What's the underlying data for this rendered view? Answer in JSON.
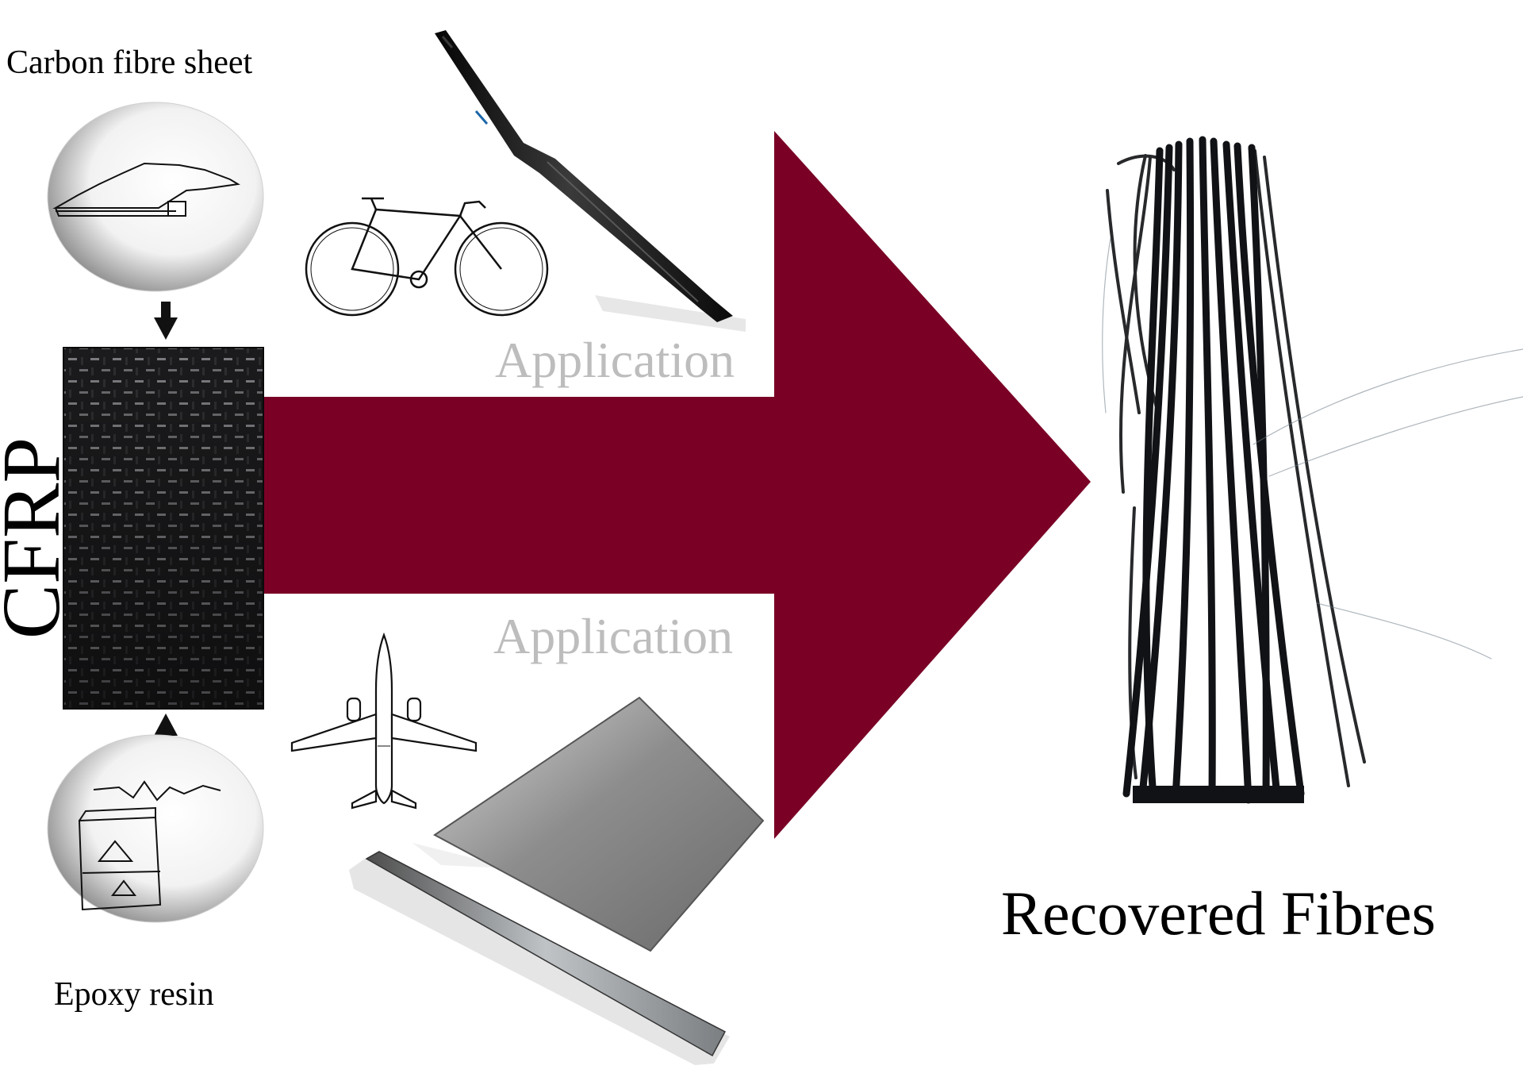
{
  "labels": {
    "carbon_fibre_sheet": "Carbon fibre sheet",
    "cfrp": "CFRP",
    "epoxy_resin": "Epoxy resin",
    "application_top": "Application",
    "application_bottom": "Application",
    "recovered_fibres": "Recovered Fibres"
  },
  "colors": {
    "arrow": "#7a0026",
    "application_text": "#bdbdbd",
    "fibre": "#101215"
  },
  "icons": {
    "sheet_sketch": "carbon-fibre-roll-sketch",
    "resin_sketch": "epoxy-resin-container-sketch",
    "cfrp_panel": "woven-carbon-panel",
    "bicycle": "bicycle-icon",
    "fork": "bicycle-fork-photo",
    "airplane": "airplane-icon",
    "plates": "composite-plates-photo",
    "fibres": "recovered-fibre-bundle-photo"
  }
}
